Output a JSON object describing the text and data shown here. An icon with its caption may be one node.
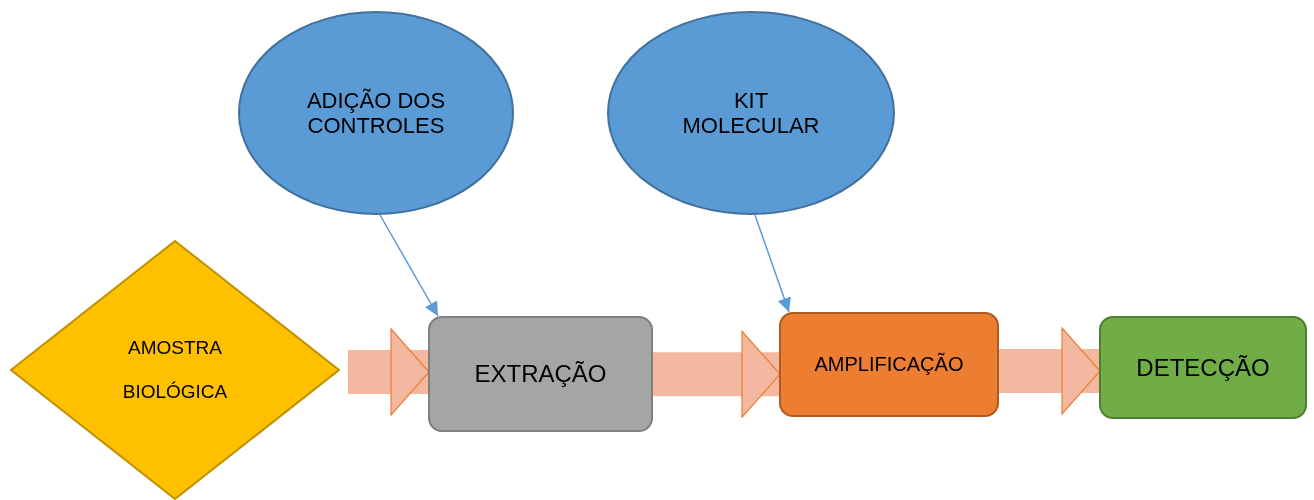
{
  "diagram": {
    "nodes": [
      {
        "text": [
          "ADIÇÃO DOS CONTROLES"
        ]
      },
      {
        "text": [
          "KIT MOLECULAR"
        ]
      },
      {
        "text": [
          "AMOSTRA BIOLÓGICA"
        ]
      },
      {
        "text": [
          "EXTRAÇÃO"
        ]
      },
      {
        "text": [
          "AMPLIFICAÇÃO"
        ]
      },
      {
        "text": [
          "DETECÇÃO"
        ]
      }
    ],
    "edges": [
      {
        "from": 0,
        "to": 3,
        "arrow": "to",
        "color": "#5b9bd5"
      },
      {
        "from": 1,
        "to": 4,
        "arrow": "to",
        "color": "#5b9bd5"
      },
      {
        "from": 2,
        "to": 3,
        "arrow": "to"
      },
      {
        "from": 3,
        "to": 4,
        "arrow": "to"
      },
      {
        "from": 4,
        "to": 5,
        "arrow": "to"
      }
    ]
  }
}
